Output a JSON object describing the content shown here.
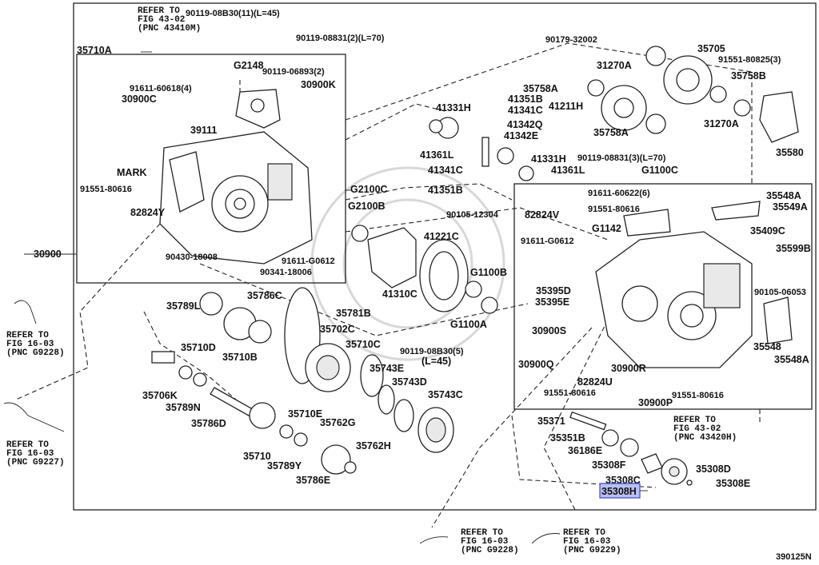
{
  "diagram": {
    "figure_code": "390125N",
    "highlight_color": "#b9bff0",
    "selected_part": "35308H",
    "main_assembly": "30900",
    "labels": [
      {
        "id": "p35710A",
        "text": "35710A"
      },
      {
        "id": "p90119_08B30",
        "text": "90119-08B30(11)(L=45)"
      },
      {
        "id": "p90119_08831a",
        "text": "90119-08831(2)(L=70)"
      },
      {
        "id": "p90179",
        "text": "90179-32002"
      },
      {
        "id": "p35705",
        "text": "35705"
      },
      {
        "id": "p31270Aa",
        "text": "31270A"
      },
      {
        "id": "p91551_80825",
        "text": "91551-80825(3)"
      },
      {
        "id": "pG2148",
        "text": "G2148"
      },
      {
        "id": "p90119_06893",
        "text": "90119-06893(2)"
      },
      {
        "id": "p30900K",
        "text": "30900K"
      },
      {
        "id": "p91611_60618",
        "text": "91611-60618(4)"
      },
      {
        "id": "p30900C",
        "text": "30900C"
      },
      {
        "id": "p39111",
        "text": "39111"
      },
      {
        "id": "pMARK",
        "text": "MARK"
      },
      {
        "id": "p91551_80616a",
        "text": "91551-80616"
      },
      {
        "id": "p82824Y",
        "text": "82824Y"
      },
      {
        "id": "pG2100C",
        "text": "G2100C"
      },
      {
        "id": "pG2100B",
        "text": "G2100B"
      },
      {
        "id": "p30900",
        "text": "30900"
      },
      {
        "id": "p90430",
        "text": "90430-18008"
      },
      {
        "id": "p91611_G0612a",
        "text": "91611-G0612"
      },
      {
        "id": "p90341",
        "text": "90341-18006"
      },
      {
        "id": "p35758Aa",
        "text": "35758A"
      },
      {
        "id": "p41211H",
        "text": "41211H"
      },
      {
        "id": "p35758Ab",
        "text": "35758A"
      },
      {
        "id": "p35758B",
        "text": "35758B"
      },
      {
        "id": "p31270Ab",
        "text": "31270A"
      },
      {
        "id": "p35580",
        "text": "35580"
      },
      {
        "id": "p41331Ha",
        "text": "41331H"
      },
      {
        "id": "p41351Ba",
        "text": "41351B"
      },
      {
        "id": "p41341Ca",
        "text": "41341C"
      },
      {
        "id": "p41342Q",
        "text": "41342Q"
      },
      {
        "id": "p41342E",
        "text": "41342E"
      },
      {
        "id": "p41361La",
        "text": "41361L"
      },
      {
        "id": "p41331Hb",
        "text": "41331H"
      },
      {
        "id": "p90119_08831b",
        "text": "90119-08831(3)(L=70)"
      },
      {
        "id": "p41341Cb",
        "text": "41341C"
      },
      {
        "id": "p41361Lb",
        "text": "41361L"
      },
      {
        "id": "pG1100C",
        "text": "G1100C"
      },
      {
        "id": "p41351Bb",
        "text": "41351B"
      },
      {
        "id": "p91611_60622",
        "text": "91611-60622(6)"
      },
      {
        "id": "p35548Aa",
        "text": "35548A"
      },
      {
        "id": "p90105_12304",
        "text": "90105-12304"
      },
      {
        "id": "p82824V",
        "text": "82824V"
      },
      {
        "id": "p91551_80616b",
        "text": "91551-80616"
      },
      {
        "id": "p35549A",
        "text": "35549A"
      },
      {
        "id": "p41221C",
        "text": "41221C"
      },
      {
        "id": "pG1142",
        "text": "G1142"
      },
      {
        "id": "p35409C",
        "text": "35409C"
      },
      {
        "id": "p91611_G0612b",
        "text": "91611-G0612"
      },
      {
        "id": "p35599B",
        "text": "35599B"
      },
      {
        "id": "p41310C",
        "text": "41310C"
      },
      {
        "id": "pG1100B",
        "text": "G1100B"
      },
      {
        "id": "p35395D",
        "text": "35395D"
      },
      {
        "id": "p35395E",
        "text": "35395E"
      },
      {
        "id": "p90105_06053",
        "text": "90105-06053"
      },
      {
        "id": "pG1100A",
        "text": "G1100A"
      },
      {
        "id": "p35789L",
        "text": "35789L"
      },
      {
        "id": "p35786C",
        "text": "35786C"
      },
      {
        "id": "p35781B",
        "text": "35781B"
      },
      {
        "id": "p35710B",
        "text": "35710B"
      },
      {
        "id": "p35702C",
        "text": "35702C"
      },
      {
        "id": "p35710C",
        "text": "35710C"
      },
      {
        "id": "p90119_08B30b",
        "text": "90119-08B30(5)"
      },
      {
        "id": "pL45",
        "text": "(L=45)"
      },
      {
        "id": "p30900S",
        "text": "30900S"
      },
      {
        "id": "p30900Q",
        "text": "30900Q"
      },
      {
        "id": "p35548",
        "text": "35548"
      },
      {
        "id": "p35548Ab",
        "text": "35548A"
      },
      {
        "id": "p35710D",
        "text": "35710D"
      },
      {
        "id": "p35706K",
        "text": "35706K"
      },
      {
        "id": "p35789N",
        "text": "35789N"
      },
      {
        "id": "p35786D",
        "text": "35786D"
      },
      {
        "id": "p35743E",
        "text": "35743E"
      },
      {
        "id": "p35743D",
        "text": "35743D"
      },
      {
        "id": "p35743C",
        "text": "35743C"
      },
      {
        "id": "p82824U",
        "text": "82824U"
      },
      {
        "id": "p30900R",
        "text": "30900R"
      },
      {
        "id": "p91551_80616c",
        "text": "91551-80616"
      },
      {
        "id": "p30900P",
        "text": "30900P"
      },
      {
        "id": "p91551_80616d",
        "text": "91551-80616"
      },
      {
        "id": "p35710E",
        "text": "35710E"
      },
      {
        "id": "p35762G",
        "text": "35762G"
      },
      {
        "id": "p35371",
        "text": "35371"
      },
      {
        "id": "p35351B",
        "text": "35351B"
      },
      {
        "id": "p36186E",
        "text": "36186E"
      },
      {
        "id": "p35308F",
        "text": "35308F"
      },
      {
        "id": "p35308D",
        "text": "35308D"
      },
      {
        "id": "p35308C",
        "text": "35308C"
      },
      {
        "id": "p35308E",
        "text": "35308E"
      },
      {
        "id": "p35308H",
        "text": "35308H"
      },
      {
        "id": "p35710",
        "text": "35710"
      },
      {
        "id": "p35789Y",
        "text": "35789Y"
      },
      {
        "id": "p35786E",
        "text": "35786E"
      },
      {
        "id": "p35762H",
        "text": "35762H"
      }
    ],
    "refer_notes": [
      {
        "id": "ref1",
        "lines": [
          "REFER TO",
          "FIG 43-02",
          "(PNC 43410M)"
        ]
      },
      {
        "id": "ref2",
        "lines": [
          "REFER TO",
          "FIG 16-03",
          "(PNC G9228)"
        ]
      },
      {
        "id": "ref3",
        "lines": [
          "REFER TO",
          "FIG 16-03",
          "(PNC G9227)"
        ]
      },
      {
        "id": "ref4",
        "lines": [
          "REFER TO",
          "FIG 43-02",
          "(PNC 43420H)"
        ]
      },
      {
        "id": "ref5",
        "lines": [
          "REFER TO",
          "FIG 16-03",
          "(PNC G9228)"
        ]
      },
      {
        "id": "ref6",
        "lines": [
          "REFER TO",
          "FIG 16-03",
          "(PNC G9229)"
        ]
      }
    ]
  }
}
